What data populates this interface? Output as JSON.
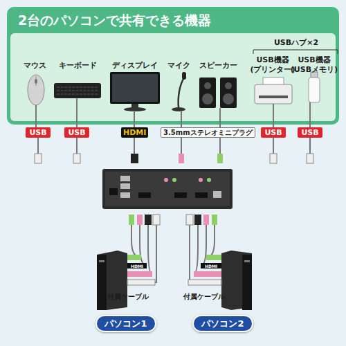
{
  "diagram": {
    "title": "2台のパソコンで共有できる機器",
    "nodes": [
      {
        "text": [
          "USB"
        ]
      },
      {
        "text": [
          "USB"
        ]
      },
      {
        "text": [
          "HDMI"
        ]
      },
      {
        "text": [
          "3.5mmステレオミニプラグ"
        ]
      },
      {
        "text": [
          "USB"
        ]
      },
      {
        "text": [
          "USB"
        ]
      },
      {
        "text": [
          "パソコン1"
        ]
      },
      {
        "text": [
          "パソコン2"
        ]
      }
    ],
    "labels": [
      "マウス",
      "キーボード",
      "ディスプレイ",
      "マイク",
      "スピーカー",
      "USBハブ×2",
      "USB機器 (プリンター)",
      "USB機器 (USBメモリ)",
      "付属ケーブル",
      "付属ケーブル",
      "HDMI",
      "HDMI"
    ]
  }
}
